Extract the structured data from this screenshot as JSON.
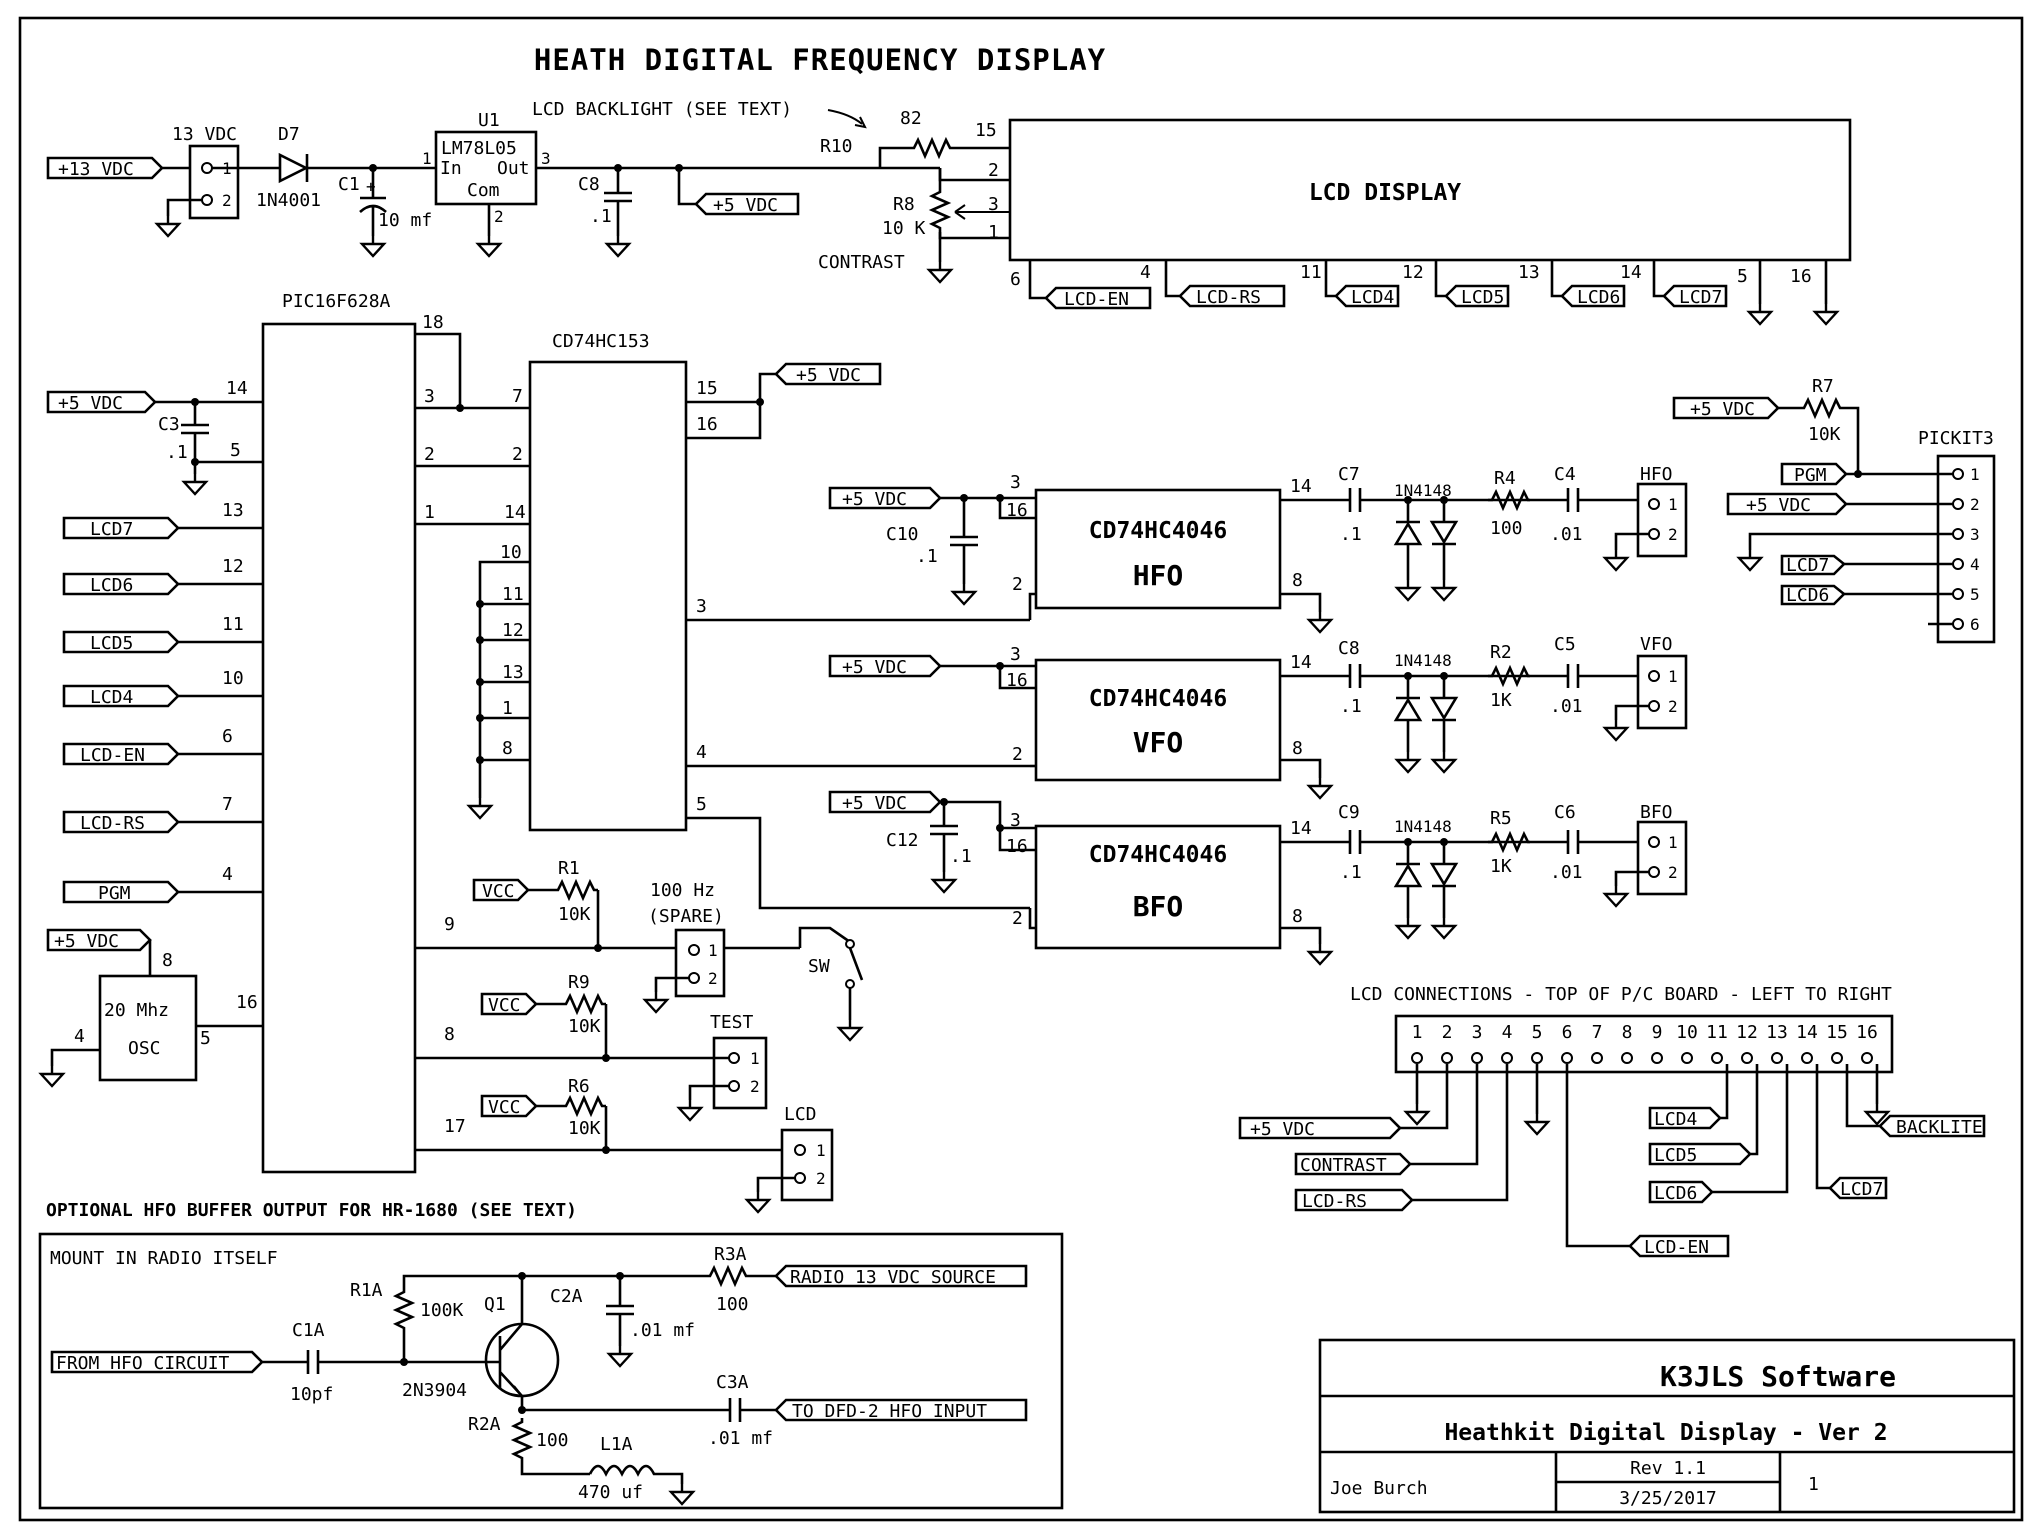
{
  "title": "HEATH DIGITAL FREQUENCY DISPLAY",
  "power": {
    "input_label": "+13 VDC",
    "conn_label": "13 VDC",
    "diode_ref": "D7",
    "diode_part": "1N4001",
    "c1_ref": "C1",
    "c1_val": "10 mf",
    "reg_ref": "U1",
    "reg_part": "LM78L05",
    "reg_in": "In",
    "reg_out": "Out",
    "reg_com": "Com",
    "c8_ref": "C8",
    "c8_val": ".1",
    "out_label": "+5 VDC",
    "backlight_note": "LCD BACKLIGHT (SEE TEXT)",
    "r10_ref": "R10",
    "r10_val": "82",
    "r8_ref": "R8",
    "r8_val": "10 K",
    "r8_label": "CONTRAST"
  },
  "lcd": {
    "title": "LCD DISPLAY",
    "bus_labels": [
      "LCD-EN",
      "LCD-RS",
      "LCD4",
      "LCD5",
      "LCD6",
      "LCD7"
    ],
    "pins": [
      "15",
      "2",
      "3",
      "1",
      "6",
      "4",
      "11",
      "12",
      "13",
      "14",
      "5",
      "16"
    ]
  },
  "mcu": {
    "part": "PIC16F628A",
    "c3_ref": "C3",
    "c3_val": ".1",
    "supply": "+5 VDC",
    "nets": [
      "LCD7",
      "LCD6",
      "LCD5",
      "LCD4",
      "LCD-EN",
      "LCD-RS",
      "PGM"
    ],
    "pins_left": [
      "14",
      "5",
      "13",
      "12",
      "11",
      "10",
      "6",
      "7",
      "4",
      "16"
    ],
    "pins_right": [
      "18",
      "3",
      "2",
      "1",
      "9",
      "8",
      "17"
    ]
  },
  "osc": {
    "label1": "20 Mhz",
    "label2": "OSC",
    "supply": "+5 VDC",
    "pin_vcc": "8",
    "pin_gnd": "4",
    "pin_out": "5"
  },
  "mux": {
    "part": "CD74HC153",
    "supply": "+5 VDC",
    "pins_left": [
      "7",
      "2",
      "14",
      "10",
      "11",
      "12",
      "13",
      "1",
      "8"
    ],
    "pins_right": [
      "15",
      "16",
      "3",
      "4",
      "5"
    ]
  },
  "pll": {
    "part": "CD74HC4046",
    "diode_part": "1N4148",
    "supply": "+5 VDC",
    "channels": [
      {
        "name": "HFO",
        "c_in_ref": "C10",
        "c_in_val": ".1",
        "cc_ref": "C7",
        "cc_val": ".1",
        "r_ref": "R4",
        "r_val": "100",
        "co_ref": "C4",
        "co_val": ".01",
        "conn": "HFO"
      },
      {
        "name": "VFO",
        "c_in_ref": "",
        "c_in_val": "",
        "cc_ref": "C8",
        "cc_val": ".1",
        "r_ref": "R2",
        "r_val": "1K",
        "co_ref": "C5",
        "co_val": ".01",
        "conn": "VFO"
      },
      {
        "name": "BFO",
        "c_in_ref": "C12",
        "c_in_val": ".1",
        "cc_ref": "C9",
        "cc_val": ".1",
        "r_ref": "R5",
        "r_val": "1K",
        "co_ref": "C6",
        "co_val": ".01",
        "conn": "BFO"
      }
    ],
    "pins": [
      "3",
      "16",
      "2",
      "14",
      "8"
    ]
  },
  "pickit": {
    "title": "PICKIT3",
    "r7_ref": "R7",
    "r7_val": "10K",
    "pgm": "PGM",
    "supply": "+5 VDC",
    "d7": "LCD7",
    "d6": "LCD6",
    "pins": [
      "1",
      "2",
      "3",
      "4",
      "5",
      "6"
    ]
  },
  "switches": {
    "vcc": "VCC",
    "r1_ref": "R1",
    "r1_val": "10K",
    "r9_ref": "R9",
    "r9_val": "10K",
    "r6_ref": "R6",
    "r6_val": "10K",
    "spare_label1": "100 Hz",
    "spare_label2": "(SPARE)",
    "sw_label": "SW",
    "test_label": "TEST",
    "lcd_label": "LCD"
  },
  "lcd_conn": {
    "title": "LCD CONNECTIONS - TOP OF P/C BOARD - LEFT TO RIGHT",
    "pins": [
      "1",
      "2",
      "3",
      "4",
      "5",
      "6",
      "7",
      "8",
      "9",
      "10",
      "11",
      "12",
      "13",
      "14",
      "15",
      "16"
    ],
    "labels": {
      "supply": "+5 VDC",
      "contrast": "CONTRAST",
      "rs": "LCD-RS",
      "en": "LCD-EN",
      "d4": "LCD4",
      "d5": "LCD5",
      "d6": "LCD6",
      "d7": "LCD7",
      "backlite": "BACKLITE"
    }
  },
  "buffer": {
    "title": "OPTIONAL HFO BUFFER OUTPUT FOR HR-1680 (SEE TEXT)",
    "mount": "MOUNT IN RADIO ITSELF",
    "from": "FROM HFO CIRCUIT",
    "to": "TO DFD-2 HFO INPUT",
    "source": "RADIO 13 VDC SOURCE",
    "c1a_ref": "C1A",
    "c1a_val": "10pf",
    "r1a_ref": "R1A",
    "r1a_val": "100K",
    "q1_ref": "Q1",
    "q1_part": "2N3904",
    "c2a_ref": "C2A",
    "c2a_val": ".01 mf",
    "r3a_ref": "R3A",
    "r3a_val": "100",
    "c3a_ref": "C3A",
    "c3a_val": ".01 mf",
    "r2a_ref": "R2A",
    "r2a_val": "100",
    "l1a_ref": "L1A",
    "l1a_val": "470 uf"
  },
  "title_block": {
    "company": "K3JLS Software",
    "project": "Heathkit Digital Display - Ver 2",
    "author": "Joe Burch",
    "rev": "Rev 1.1",
    "date": "3/25/2017",
    "sheet": "1"
  }
}
